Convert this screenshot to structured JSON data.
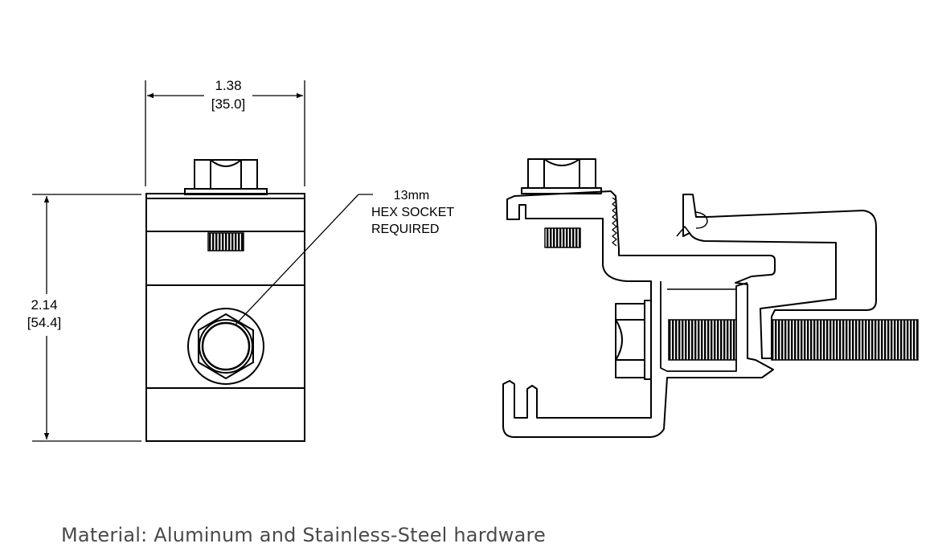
{
  "dimensions": {
    "width_in": "1.38",
    "width_mm": "[35.0]",
    "height_in": "2.14",
    "height_mm": "[54.4]"
  },
  "callout": {
    "line1": "13mm",
    "line2": "HEX SOCKET",
    "line3": "REQUIRED"
  },
  "caption": "Material: Aluminum and Stainless-Steel hardware",
  "colors": {
    "line": "#000000",
    "caption_text": "#4a4a4a",
    "background": "#ffffff"
  }
}
